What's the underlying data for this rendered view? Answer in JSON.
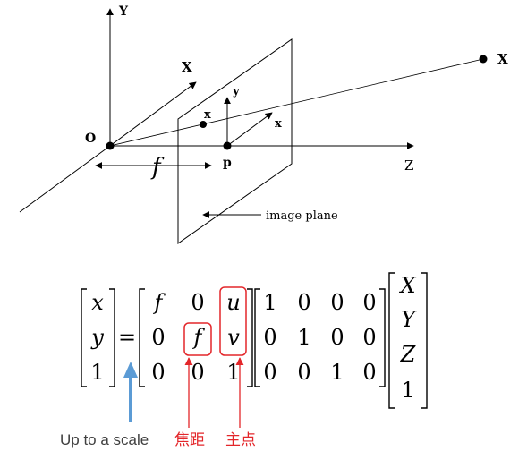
{
  "diagram": {
    "labels": {
      "axis_y": "Y",
      "axis_x": "X",
      "axis_z": "Z",
      "origin": "O",
      "principal_point": "p",
      "world_point": "X",
      "image_point": "x",
      "image_axis_y": "y",
      "image_axis_x": "x",
      "focal": "f",
      "image_plane": "image plane"
    }
  },
  "equation": {
    "lhs": [
      "x",
      "y",
      "1"
    ],
    "equals": "=",
    "K": [
      [
        "f",
        "0",
        "u"
      ],
      [
        "0",
        "f",
        "v"
      ],
      [
        "0",
        "0",
        "1"
      ]
    ],
    "P": [
      [
        "1",
        "0",
        "0",
        "0"
      ],
      [
        "0",
        "1",
        "0",
        "0"
      ],
      [
        "0",
        "0",
        "1",
        "0"
      ]
    ],
    "rhs": [
      "X",
      "Y",
      "Z",
      "1"
    ]
  },
  "annotations": {
    "scale": "Up to a scale",
    "focal_length": "焦距",
    "principal_point": "主点"
  },
  "colors": {
    "line": "#000000",
    "highlight": "#e3262a",
    "scale_arrow": "#5b9bd5"
  }
}
